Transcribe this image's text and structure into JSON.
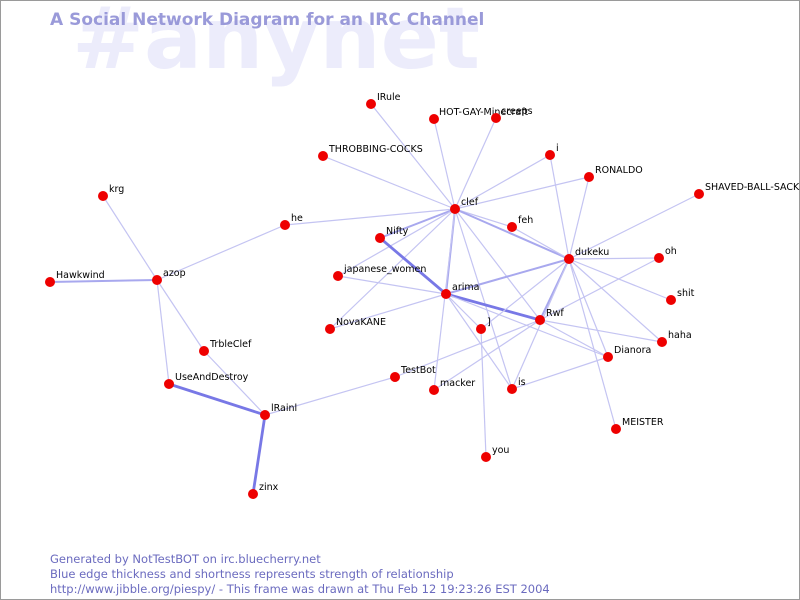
{
  "watermark": "#anynet",
  "title": "A Social Network Diagram for an IRC Channel",
  "footer": {
    "line1": "Generated by NotTestBOT on irc.bluecherry.net",
    "line2": "Blue edge thickness and shortness represents strength of relationship",
    "line3": "http://www.jibble.org/piespy/ - This frame was drawn at Thu Feb 12 19:23:26 EST 2004"
  },
  "colors": {
    "node": "#ee0000",
    "edge": "#8080ee",
    "title": "#9a9ad9",
    "watermark": "#ececfb"
  },
  "nodes": [
    {
      "id": "krg",
      "label": "krg"
    },
    {
      "id": "hawkwind",
      "label": "Hawkwind"
    },
    {
      "id": "azop",
      "label": "azop"
    },
    {
      "id": "he",
      "label": "he"
    },
    {
      "id": "trbleclef",
      "label": "TrbleClef"
    },
    {
      "id": "useanddestroy",
      "label": "UseAndDestroy"
    },
    {
      "id": "irainl",
      "label": "lRainl"
    },
    {
      "id": "zinx",
      "label": "zinx"
    },
    {
      "id": "irule",
      "label": "IRule"
    },
    {
      "id": "hotgay",
      "label": "HOT-GAY-Minecraft"
    },
    {
      "id": "minecreeps",
      "label": "creeps"
    },
    {
      "id": "throbbing",
      "label": "THROBBING-COCKS"
    },
    {
      "id": "i",
      "label": "i"
    },
    {
      "id": "ronaldo",
      "label": "RONALDO"
    },
    {
      "id": "clef",
      "label": "clef"
    },
    {
      "id": "feh",
      "label": "feh"
    },
    {
      "id": "nifty",
      "label": "Nifty"
    },
    {
      "id": "japanese_women",
      "label": "japanese_women"
    },
    {
      "id": "arima",
      "label": "arima"
    },
    {
      "id": "novakane",
      "label": "NovaKANE"
    },
    {
      "id": "bracket",
      "label": "]"
    },
    {
      "id": "testbot",
      "label": "TestBot"
    },
    {
      "id": "macker",
      "label": "macker"
    },
    {
      "id": "is",
      "label": "is"
    },
    {
      "id": "you",
      "label": "you"
    },
    {
      "id": "shaved",
      "label": "SHAVED-BALL-SACK"
    },
    {
      "id": "dukeku",
      "label": "dukeku"
    },
    {
      "id": "oh",
      "label": "oh"
    },
    {
      "id": "shit",
      "label": "shit"
    },
    {
      "id": "rwf",
      "label": "Rwf"
    },
    {
      "id": "haha",
      "label": "haha"
    },
    {
      "id": "dianora",
      "label": "Dianora"
    },
    {
      "id": "meister",
      "label": "MEISTER"
    }
  ],
  "edges": [
    {
      "source": "krg",
      "target": "azop",
      "weight": 1
    },
    {
      "source": "hawkwind",
      "target": "azop",
      "weight": 2
    },
    {
      "source": "azop",
      "target": "trbleclef",
      "weight": 1
    },
    {
      "source": "azop",
      "target": "useanddestroy",
      "weight": 1
    },
    {
      "source": "azop",
      "target": "he",
      "weight": 1
    },
    {
      "source": "trbleclef",
      "target": "irainl",
      "weight": 1
    },
    {
      "source": "useanddestroy",
      "target": "irainl",
      "weight": 3
    },
    {
      "source": "irainl",
      "target": "zinx",
      "weight": 3
    },
    {
      "source": "irainl",
      "target": "testbot",
      "weight": 1
    },
    {
      "source": "testbot",
      "target": "rwf",
      "weight": 1
    },
    {
      "source": "he",
      "target": "clef",
      "weight": 1
    },
    {
      "source": "clef",
      "target": "irule",
      "weight": 1
    },
    {
      "source": "clef",
      "target": "hotgay",
      "weight": 1
    },
    {
      "source": "clef",
      "target": "minecreeps",
      "weight": 1
    },
    {
      "source": "clef",
      "target": "throbbing",
      "weight": 1
    },
    {
      "source": "clef",
      "target": "i",
      "weight": 1
    },
    {
      "source": "clef",
      "target": "ronaldo",
      "weight": 1
    },
    {
      "source": "clef",
      "target": "feh",
      "weight": 1
    },
    {
      "source": "clef",
      "target": "nifty",
      "weight": 2
    },
    {
      "source": "clef",
      "target": "japanese_women",
      "weight": 1
    },
    {
      "source": "clef",
      "target": "arima",
      "weight": 2
    },
    {
      "source": "clef",
      "target": "novakane",
      "weight": 1
    },
    {
      "source": "clef",
      "target": "macker",
      "weight": 1
    },
    {
      "source": "clef",
      "target": "dukeku",
      "weight": 2
    },
    {
      "source": "clef",
      "target": "rwf",
      "weight": 1
    },
    {
      "source": "clef",
      "target": "is",
      "weight": 1
    },
    {
      "source": "nifty",
      "target": "arima",
      "weight": 3
    },
    {
      "source": "japanese_women",
      "target": "arima",
      "weight": 1
    },
    {
      "source": "novakane",
      "target": "arima",
      "weight": 1
    },
    {
      "source": "arima",
      "target": "rwf",
      "weight": 3
    },
    {
      "source": "arima",
      "target": "dukeku",
      "weight": 2
    },
    {
      "source": "arima",
      "target": "bracket",
      "weight": 1
    },
    {
      "source": "arima",
      "target": "is",
      "weight": 1
    },
    {
      "source": "arima",
      "target": "dianora",
      "weight": 1
    },
    {
      "source": "feh",
      "target": "dukeku",
      "weight": 1
    },
    {
      "source": "i",
      "target": "dukeku",
      "weight": 1
    },
    {
      "source": "ronaldo",
      "target": "dukeku",
      "weight": 1
    },
    {
      "source": "bracket",
      "target": "you",
      "weight": 1
    },
    {
      "source": "bracket",
      "target": "dukeku",
      "weight": 1
    },
    {
      "source": "shaved",
      "target": "dukeku",
      "weight": 1
    },
    {
      "source": "dukeku",
      "target": "oh",
      "weight": 1
    },
    {
      "source": "dukeku",
      "target": "shit",
      "weight": 1
    },
    {
      "source": "dukeku",
      "target": "haha",
      "weight": 1
    },
    {
      "source": "dukeku",
      "target": "dianora",
      "weight": 1
    },
    {
      "source": "dukeku",
      "target": "meister",
      "weight": 1
    },
    {
      "source": "dukeku",
      "target": "rwf",
      "weight": 2
    },
    {
      "source": "dukeku",
      "target": "is",
      "weight": 1
    },
    {
      "source": "rwf",
      "target": "oh",
      "weight": 1
    },
    {
      "source": "rwf",
      "target": "haha",
      "weight": 1
    },
    {
      "source": "rwf",
      "target": "dianora",
      "weight": 1
    },
    {
      "source": "rwf",
      "target": "macker",
      "weight": 1
    },
    {
      "source": "dianora",
      "target": "is",
      "weight": 1
    }
  ]
}
